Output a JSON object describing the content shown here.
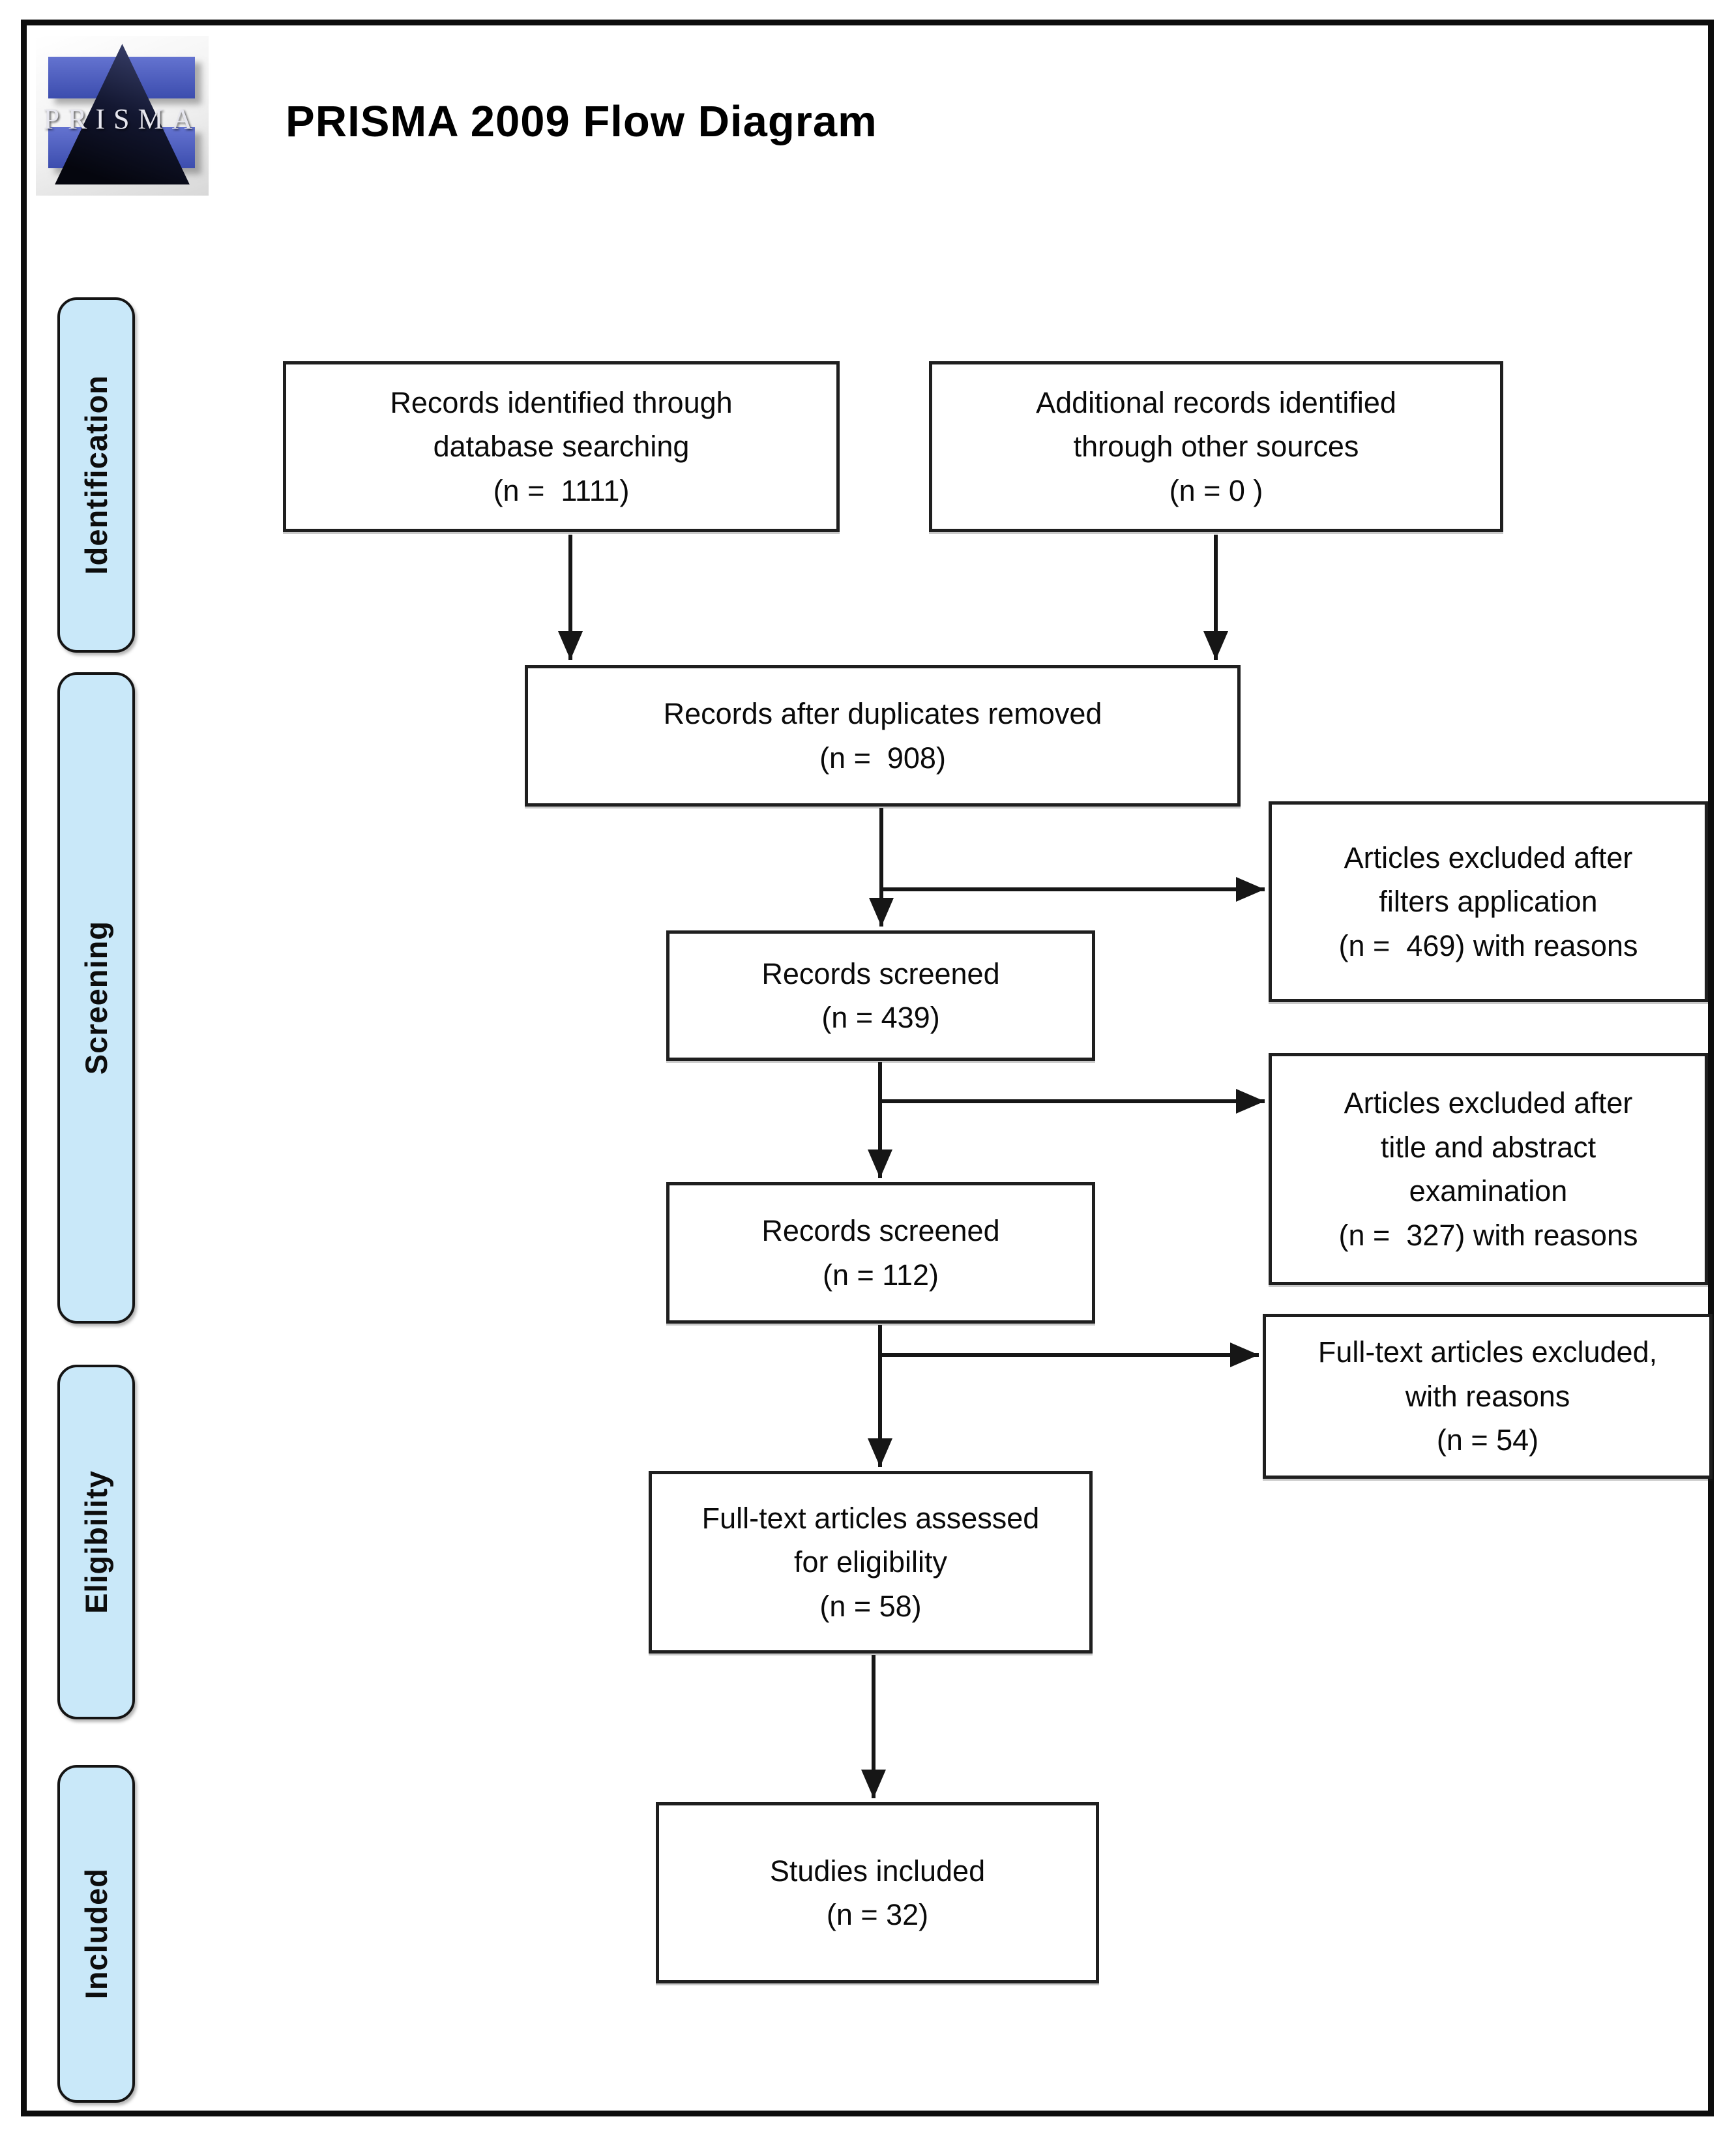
{
  "header": {
    "title": "PRISMA 2009 Flow Diagram",
    "logo_text": "PRISMA"
  },
  "sidebar": {
    "labels": [
      "Identification",
      "Screening",
      "Eligibility",
      "Included"
    ]
  },
  "flow": {
    "boxes": [
      {
        "id": "records-identified",
        "lines": [
          "Records identified through",
          "database searching",
          "(n =  1111)"
        ]
      },
      {
        "id": "additional-records",
        "lines": [
          "Additional records identified",
          "through other sources",
          "(n = 0 )"
        ]
      },
      {
        "id": "after-duplicates",
        "lines": [
          "Records after duplicates removed",
          "(n =  908)"
        ]
      },
      {
        "id": "records-screened-439",
        "lines": [
          "Records screened",
          "(n = 439)"
        ]
      },
      {
        "id": "excluded-filters",
        "lines": [
          "Articles excluded after",
          "filters application",
          "(n =  469) with reasons"
        ]
      },
      {
        "id": "excluded-title-abstract",
        "lines": [
          "Articles excluded after",
          "title and abstract",
          "examination",
          "(n =  327) with reasons"
        ]
      },
      {
        "id": "records-screened-112",
        "lines": [
          "Records screened",
          "(n = 112)"
        ]
      },
      {
        "id": "fulltext-excluded",
        "lines": [
          "Full-text articles excluded,",
          "with reasons",
          "(n = 54)"
        ]
      },
      {
        "id": "fulltext-assessed",
        "lines": [
          "Full-text articles assessed",
          "for eligibility",
          "(n = 58)"
        ]
      },
      {
        "id": "studies-included",
        "lines": [
          "Studies included",
          "(n = 32)"
        ]
      }
    ]
  },
  "colors": {
    "stage_label_fill": "#c9e8f9",
    "box_border": "#1f1f1f",
    "arrow": "#161616",
    "logo_blue": "#4a5cc0",
    "title_color": "#000000"
  }
}
